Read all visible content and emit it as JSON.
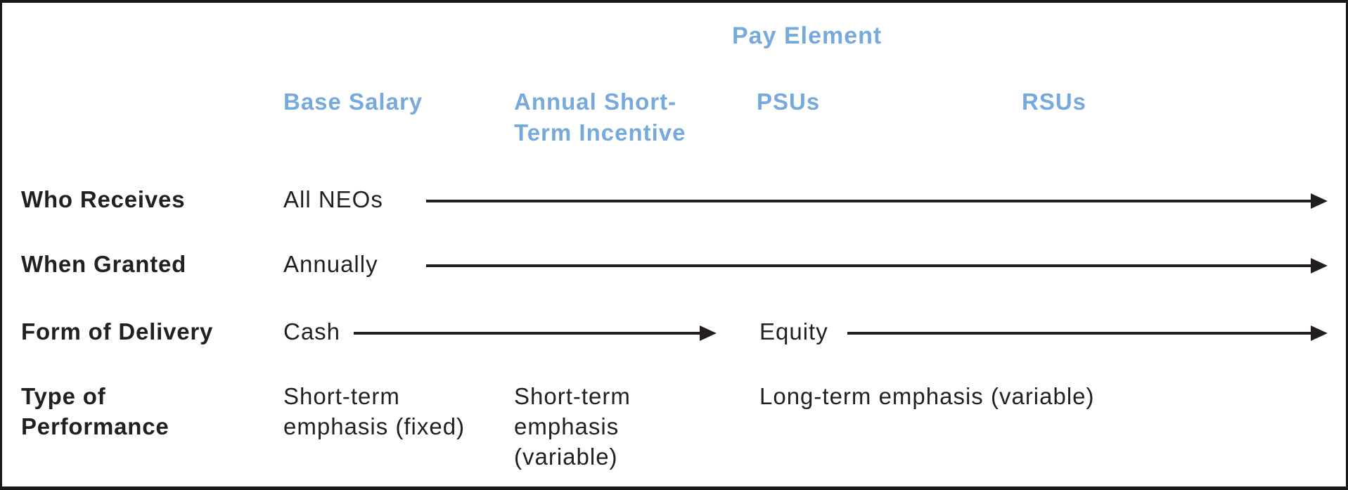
{
  "figure": {
    "title": "Pay Element",
    "columns": {
      "base_salary": "Base Salary",
      "annual_sti_line1": "Annual Short-",
      "annual_sti_line2": "Term Incentive",
      "psus": "PSUs",
      "rsus": "RSUs"
    },
    "rows": {
      "who_receives": {
        "label": "Who Receives",
        "value": "All NEOs"
      },
      "when_granted": {
        "label": "When Granted",
        "value": "Annually"
      },
      "form_of_delivery": {
        "label": "Form of Delivery",
        "cash": "Cash",
        "equity": "Equity"
      },
      "type_of_performance": {
        "label_line1": "Type of",
        "label_line2": "Performance",
        "base_salary_line1": "Short-term",
        "base_salary_line2": "emphasis (fixed)",
        "annual_sti_line1": "Short-term",
        "annual_sti_line2": "emphasis",
        "annual_sti_line3": "(variable)",
        "equity": "Long-term emphasis (variable)"
      }
    },
    "colors": {
      "accent_blue": "#76a9dc",
      "ink": "#231f20"
    }
  }
}
